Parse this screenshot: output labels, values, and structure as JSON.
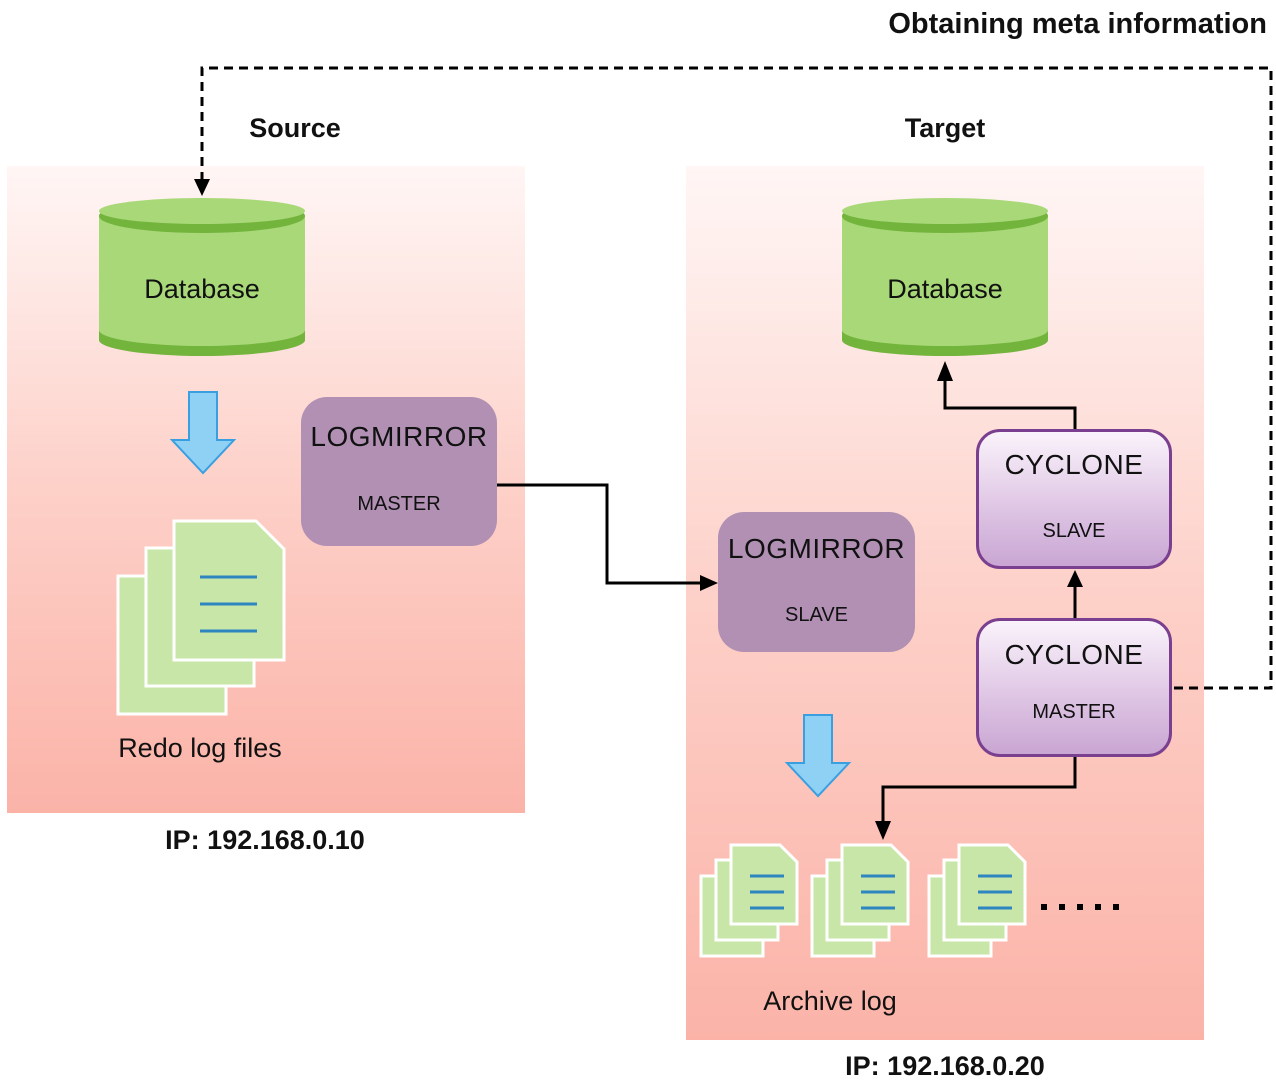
{
  "header": {
    "meta_info_label": "Obtaining meta information"
  },
  "source": {
    "title": "Source",
    "database_label": "Database",
    "logmirror": {
      "name": "LOGMIRROR",
      "role": "MASTER"
    },
    "redo_label": "Redo log files",
    "ip": "IP: 192.168.0.10"
  },
  "target": {
    "title": "Target",
    "database_label": "Database",
    "logmirror": {
      "name": "LOGMIRROR",
      "role": "SLAVE"
    },
    "cyclone_slave": {
      "name": "CYCLONE",
      "role": "SLAVE"
    },
    "cyclone_master": {
      "name": "CYCLONE",
      "role": "MASTER"
    },
    "archive_label": "Archive log",
    "ip": "IP: 192.168.0.20"
  },
  "colors": {
    "database_fill": "#a8d878",
    "database_band": "#72b43c",
    "logmirror_fill": "#b190b4",
    "cyclone_border": "#7b3f8f",
    "document_fill": "#c8e6a8",
    "document_line": "#2e86c1",
    "arrow_blue": "#8fd1f5"
  }
}
